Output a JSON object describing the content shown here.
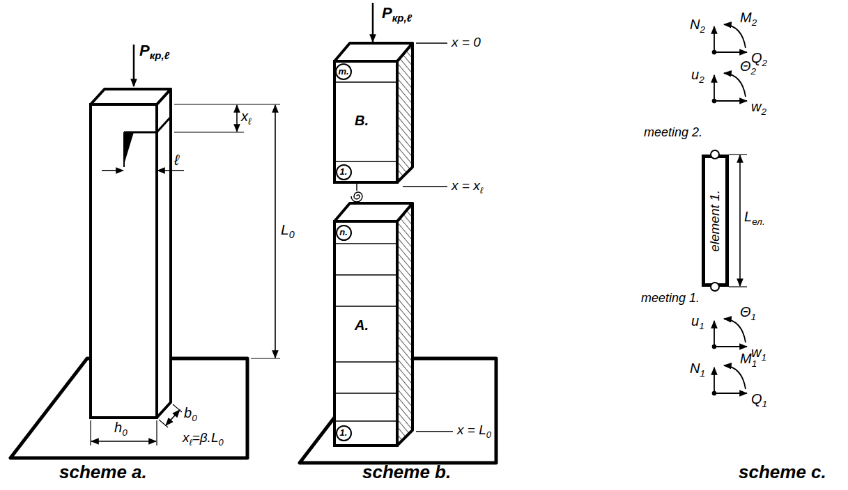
{
  "diagram": {
    "nodes": [
      {
        "text": [
          "m."
        ]
      },
      {
        "text": [
          "1."
        ]
      },
      {
        "text": [
          "n."
        ]
      },
      {
        "text": [
          "1."
        ]
      },
      {
        "text": [
          "element 1."
        ]
      }
    ],
    "labels": [
      "Pкр,ℓ",
      "xℓ",
      "ℓ",
      "L0",
      "b0",
      "h0",
      "xℓ=β.L0",
      "scheme a.",
      "Pкр,ℓ",
      "B.",
      "A.",
      "x = 0",
      "x = xℓ",
      "x = L0",
      "scheme b.",
      "N2",
      "M2",
      "Q2",
      "u2",
      "Θ2",
      "w2",
      "meeting 2.",
      "Lел.",
      "meeting 1.",
      "u1",
      "Θ1",
      "w1",
      "N1",
      "M1",
      "Q1",
      "scheme c."
    ]
  }
}
